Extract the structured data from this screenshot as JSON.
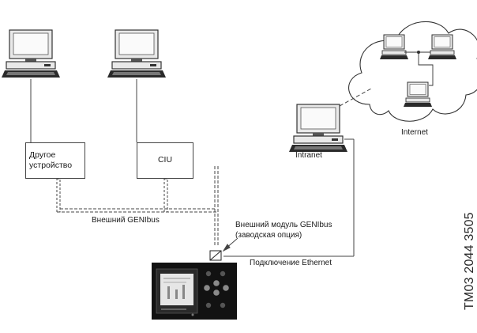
{
  "nodes": {
    "other_device": {
      "line1": "Другое",
      "line2": "устройство"
    },
    "ciu": {
      "label": "CIU"
    },
    "intranet": {
      "label": "Intranet"
    },
    "internet": {
      "label": "Internet"
    }
  },
  "labels": {
    "genibus": "Внешний GENIbus",
    "module_line1": "Внешний модуль GENIbus",
    "module_line2": "(заводская опция)",
    "ethernet": "Подключение Ethernet"
  },
  "figure_code": "TM03 2044 3505",
  "icons": [
    "pc-icon",
    "cloud-icon",
    "genibus-module-icon",
    "controller-unit-icon"
  ],
  "colors": {
    "line": "#444444",
    "screen": "#e6e6e6",
    "controller": "#111111"
  }
}
